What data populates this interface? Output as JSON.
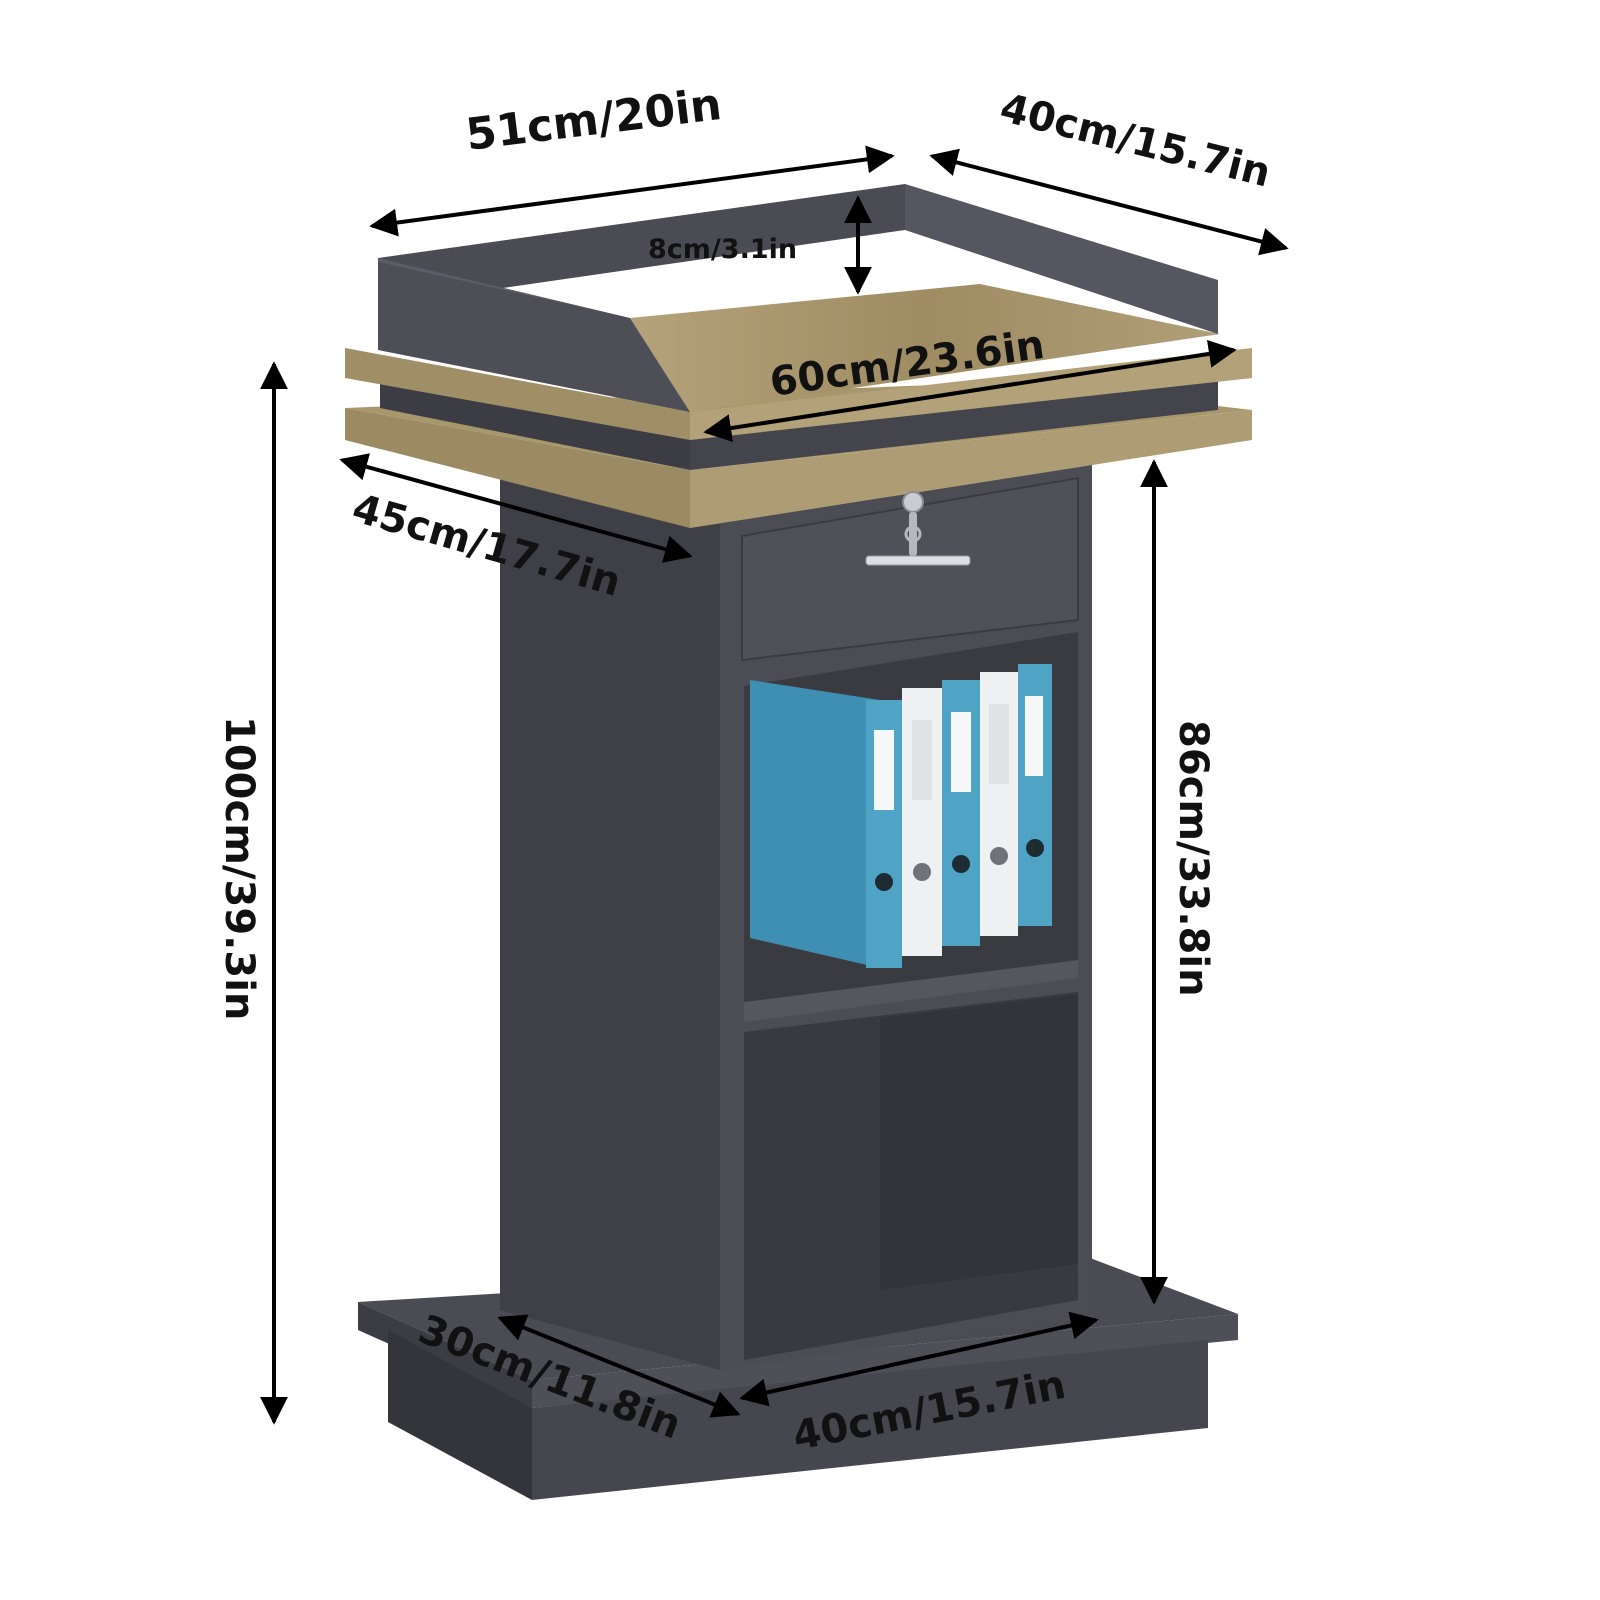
{
  "colors": {
    "body": "#4a4b53",
    "body_dark": "#3a3b42",
    "body_light": "#5a5b63",
    "wood": "#a9976f",
    "wood_dark": "#8c7c58",
    "binder_blue": "#4fa3c4",
    "binder_white": "#eef0f2",
    "arrow": "#000000"
  },
  "dimensions": {
    "top_width": "51cm/20in",
    "top_depth": "40cm/15.7in",
    "rim_height": "8cm/3.1in",
    "desk_width": "60cm/23.6in",
    "desk_depth": "45cm/17.7in",
    "total_height": "100cm/39.3in",
    "cabinet_height": "86cm/33.8in",
    "base_depth": "30cm/11.8in",
    "base_width": "40cm/15.7in"
  },
  "icons": {
    "lock": "key-lock-icon",
    "handle": "drawer-handle-icon"
  }
}
